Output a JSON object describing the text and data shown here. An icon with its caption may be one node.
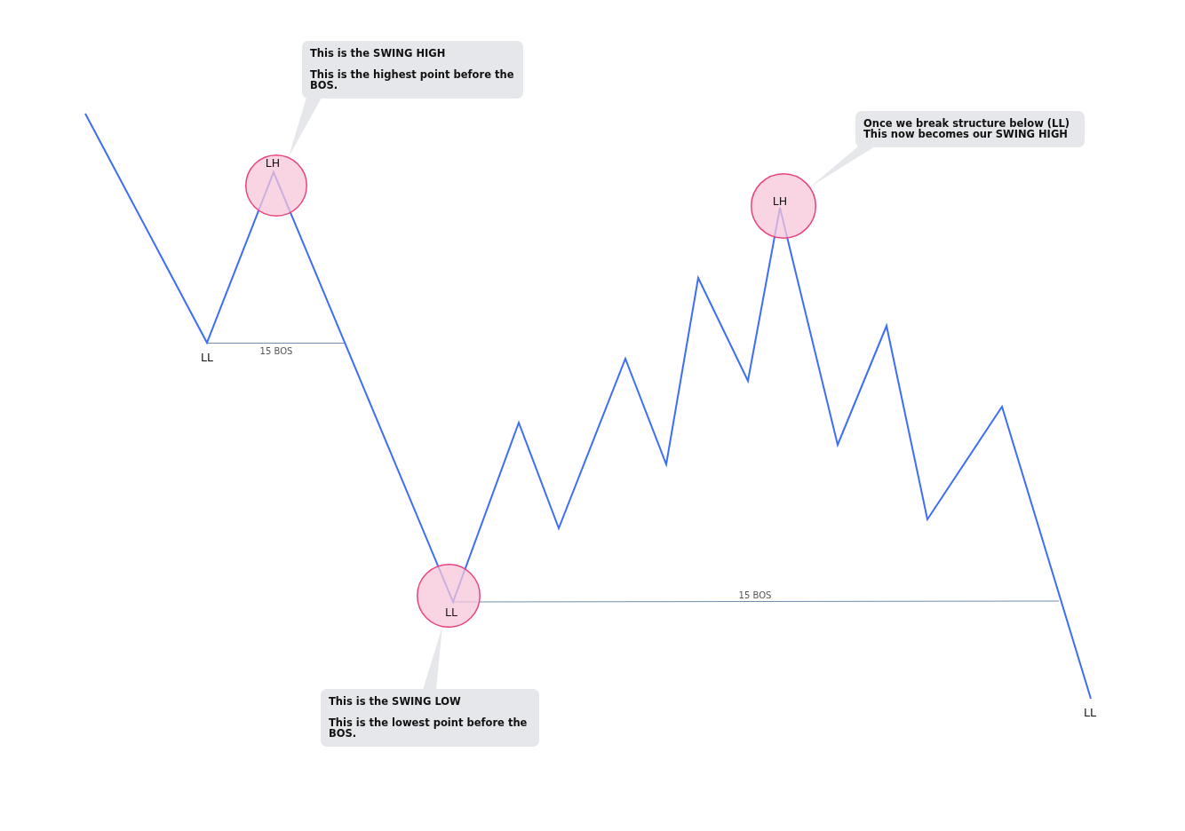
{
  "diagram": {
    "nodes": [
      {
        "text": [
          "This is the SWING HIGH",
          "This is the highest point before the BOS."
        ]
      },
      {
        "text": [
          "LH"
        ]
      },
      {
        "text": [
          "LH"
        ]
      },
      {
        "text": [
          "Once we break structure below (LL) This now becomes our SWING HIGH"
        ]
      },
      {
        "text": [
          "LL"
        ]
      },
      {
        "text": [
          "This is the SWING LOW",
          "This is the lowest point before the BOS."
        ]
      }
    ],
    "edges": [
      {
        "from": 0,
        "to": 1,
        "arrow": "none"
      },
      {
        "from": 3,
        "to": 2,
        "arrow": "none"
      },
      {
        "from": 5,
        "to": 4,
        "arrow": "none"
      }
    ],
    "labels": [
      "LL",
      "15 BOS",
      "15 BOS",
      "LL"
    ]
  }
}
